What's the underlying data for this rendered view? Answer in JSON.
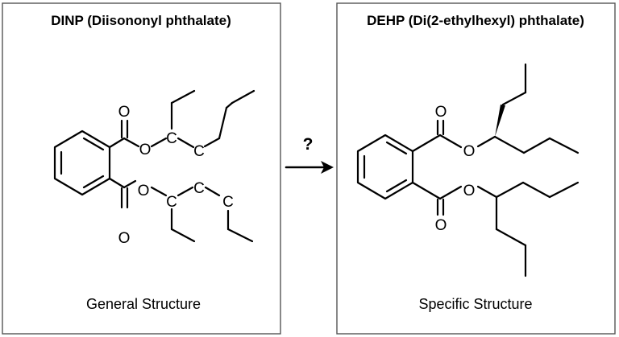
{
  "left_panel": {
    "title": "DINP (Diisononyl phthalate)",
    "caption": "General Structure"
  },
  "right_panel": {
    "title": "DEHP (Di(2-ethylhexyl) phthalate)",
    "caption": "Specific Structure"
  },
  "transition": {
    "label": "?"
  },
  "atoms": {
    "oxygen": "O",
    "carbon": "C"
  },
  "colors": {
    "ink": "#000000",
    "frame": "#555555",
    "background": "#ffffff"
  }
}
